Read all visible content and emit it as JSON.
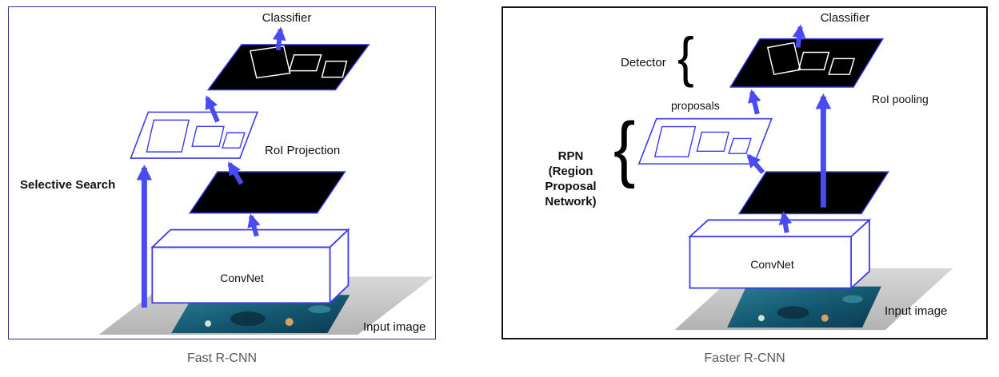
{
  "colors": {
    "arrow": "#4a4af2",
    "stroke": "#3a3af0",
    "panel_border_left": "#2e3192",
    "panel_border_right": "#141414",
    "caption_text": "#595959"
  },
  "glyphs": {
    "brace": "{"
  },
  "fast": {
    "caption": "Fast R-CNN",
    "classifier": "Classifier",
    "roi_projection": "RoI Projection",
    "selective_search": "Selective Search",
    "convnet": "ConvNet",
    "input_image": "Input image"
  },
  "faster": {
    "caption": "Faster R-CNN",
    "classifier": "Classifier",
    "detector": "Detector",
    "roi_pooling": "RoI pooling",
    "proposals": "proposals",
    "rpn_lines": [
      "RPN",
      "(Region",
      "Proposal",
      "Network)"
    ],
    "convnet": "ConvNet",
    "input_image": "Input image"
  }
}
